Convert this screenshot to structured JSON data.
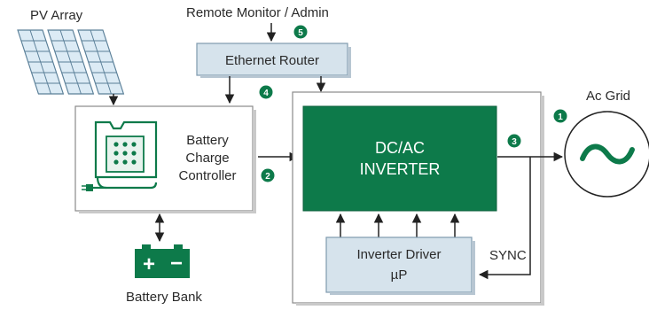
{
  "labels": {
    "pv_array": "PV Array",
    "remote_monitor": "Remote Monitor / Admin",
    "ethernet_router": "Ethernet Router",
    "ac_grid": "Ac Grid",
    "charge_controller": [
      "Battery",
      "Charge",
      "Controller"
    ],
    "inverter": [
      "DC/AC",
      "INVERTER"
    ],
    "inverter_driver": [
      "Inverter Driver",
      "µP"
    ],
    "sync": "SYNC",
    "battery_bank": "Battery Bank",
    "battery_plus": "+",
    "battery_minus": "−",
    "ac_symbol": "~"
  },
  "badges": [
    "1",
    "2",
    "3",
    "4",
    "5"
  ],
  "colors": {
    "accent_green": "#0d7a4a",
    "box_fill": "#d6e3ec",
    "box_stroke": "#7e9aae",
    "panel_fill": "#dcebf5",
    "line": "#222222"
  },
  "icons": {
    "pv": "solar-panel-icon",
    "controller": "charge-controller-icon",
    "battery": "battery-icon",
    "grid": "ac-sine-icon"
  }
}
